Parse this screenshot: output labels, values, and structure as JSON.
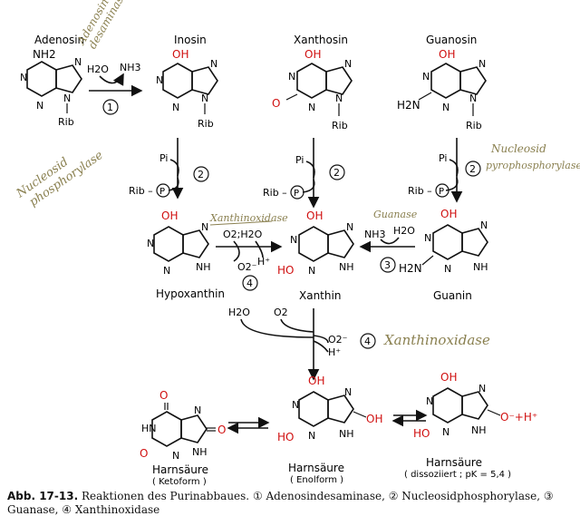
{
  "molecules": {
    "adenosin": {
      "name": "Adenosin",
      "sub": "NH2",
      "rib": "Rib"
    },
    "inosin": {
      "name": "Inosin",
      "oh": "OH",
      "rib": "Rib"
    },
    "xanthosin": {
      "name": "Xanthosin",
      "oh": "OH",
      "o2": "O",
      "rib": "Rib"
    },
    "guanosin": {
      "name": "Guanosin",
      "oh": "OH",
      "nh2": "H2N",
      "rib": "Rib"
    },
    "hypoxanthin": {
      "name": "Hypoxanthin",
      "oh": "OH"
    },
    "xanthin": {
      "name": "Xanthin",
      "oh": "OH",
      "ho": "HO"
    },
    "guanin": {
      "name": "Guanin",
      "oh": "OH",
      "nh2": "H2N"
    },
    "harn_keto": {
      "name": "Harnsäure",
      "form": "( Ketoform )"
    },
    "harn_enol": {
      "name": "Harnsäure",
      "form": "( Enolform )",
      "oh": "OH",
      "ho": "HO",
      "oh8": "OH"
    },
    "harn_diss": {
      "name": "Harnsäure",
      "form": "( dissoziiert ; pK = 5,4 )",
      "oh": "OH",
      "ho": "HO",
      "ominus": "O⁻+H⁺"
    }
  },
  "reagents": {
    "h2o": "H2O",
    "nh3": "NH3",
    "pi": "Pi",
    "rib_p": "Rib –",
    "p": "P",
    "o2_h2o": "O2;H2O",
    "o2minus": "O2⁻",
    "hplus": "H⁺",
    "o2": "O2"
  },
  "step_numbers": [
    "1",
    "2",
    "2",
    "2",
    "3",
    "4",
    "4"
  ],
  "handwriting": {
    "adenosin_desaminase": [
      "Adenosin",
      "desaminase"
    ],
    "nucleosid_phosphorylase": [
      "Nucleosid",
      "phosphorylase"
    ],
    "nucleosid_pyrophosphorylase": [
      "Nucleosid",
      "pyrophosphorylase"
    ],
    "xanthinoxidase_small": "Xanthinoxidase",
    "guanase": "Guanase",
    "xanthinoxidase_large": "Xanthinoxidase"
  },
  "caption": {
    "label": "Abb. 17-13.",
    "text": "Reaktionen des Purinabbaues. ① Adenosindesaminase, ② Nucleosidphosphorylase, ③ Guanase, ④ Xanthinoxidase"
  },
  "colors": {
    "red": "#d01010",
    "ink": "#111111",
    "pencil": "#8a8050"
  }
}
